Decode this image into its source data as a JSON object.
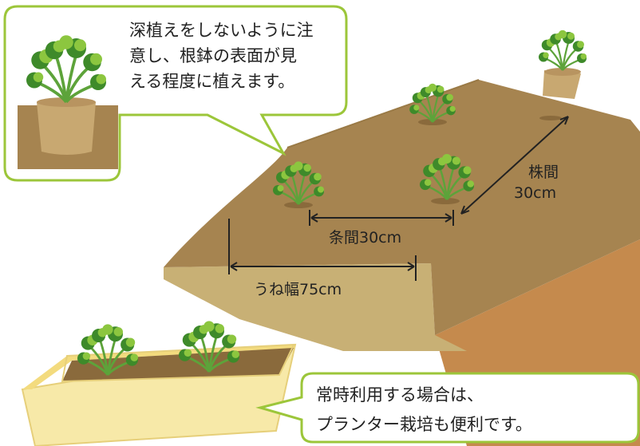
{
  "callouts": {
    "planting_depth": {
      "lines": [
        "深植えをしないように注",
        "意し、根鉢の表面が見",
        "える程度に植えます。"
      ]
    },
    "planter": {
      "lines": [
        "常時利用する場合は、",
        "プランター栽培も便利です。"
      ]
    }
  },
  "dimensions": {
    "plant_spacing": {
      "line1": "株間",
      "line2": "30cm"
    },
    "row_spacing": "条間30cm",
    "ridge_width": "うね幅75cm"
  },
  "colors": {
    "ridge_top": "#a68450",
    "ridge_side_right": "#c58a4d",
    "ridge_front": "#c8b075",
    "soil_dark": "#8a6a3c",
    "bubble_border": "#9cc63a",
    "leaf_dark": "#3e8a2a",
    "leaf_light": "#8cc63f",
    "stem": "#5da33a",
    "pot": "#c8a871",
    "planter_box": "#f7e9a8",
    "planter_rim": "#f3db7e",
    "dimension_line": "#222222"
  },
  "icons": [
    "parsley-plant-icon",
    "plant-pot-icon",
    "planter-box-icon"
  ]
}
